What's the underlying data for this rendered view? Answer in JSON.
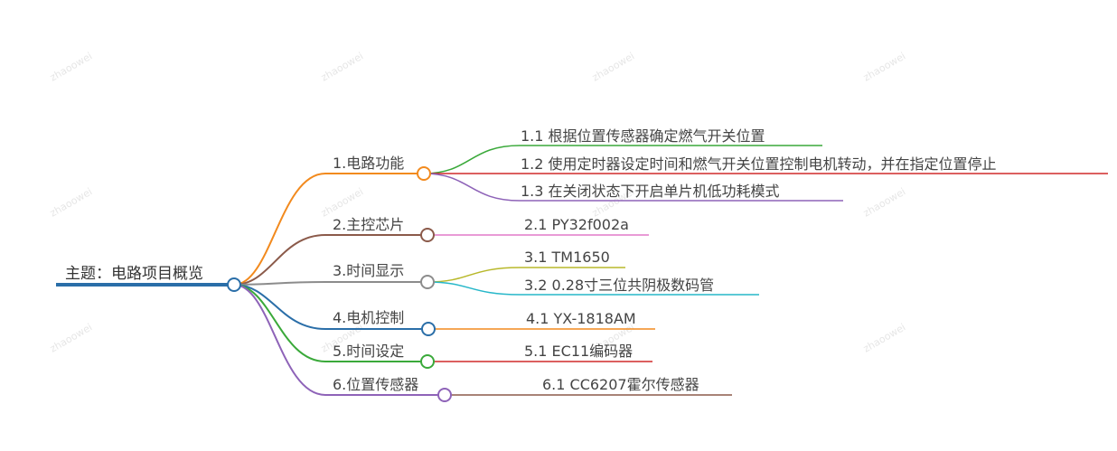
{
  "watermark": "zhaoowei",
  "root": {
    "label": "主题：电路项目概览",
    "color": "#2a6ea8"
  },
  "branches": [
    {
      "label": "1.电路功能",
      "color": "#f28a1e",
      "children": [
        {
          "label": "1.1 根据位置传感器确定燃气开关位置",
          "color": "#3aa93a"
        },
        {
          "label": "1.2 使用定时器设定时间和燃气开关位置控制电机转动，并在指定位置停止",
          "color": "#d12a2a"
        },
        {
          "label": "1.3 在关闭状态下开启单片机低功耗模式",
          "color": "#8e63b8"
        }
      ]
    },
    {
      "label": "2.主控芯片",
      "color": "#8b5a4a",
      "children": [
        {
          "label": "2.1 PY32f002a",
          "color": "#e27ac8"
        }
      ]
    },
    {
      "label": "3.时间显示",
      "color": "#8c8c8c",
      "children": [
        {
          "label": "3.1 TM1650",
          "color": "#b8b82a"
        },
        {
          "label": "3.2 0.28寸三位共阴极数码管",
          "color": "#27b7c9"
        }
      ]
    },
    {
      "label": "4.电机控制",
      "color": "#2a6ea8",
      "children": [
        {
          "label": "4.1 YX-1818AM",
          "color": "#f28a1e"
        }
      ]
    },
    {
      "label": "5.时间设定",
      "color": "#3aa93a",
      "children": [
        {
          "label": "5.1 EC11编码器",
          "color": "#d12a2a"
        }
      ]
    },
    {
      "label": "6.位置传感器",
      "color": "#8e63b8",
      "children": [
        {
          "label": "6.1 CC6207霍尔传感器",
          "color": "#8b5a4a"
        }
      ]
    }
  ]
}
